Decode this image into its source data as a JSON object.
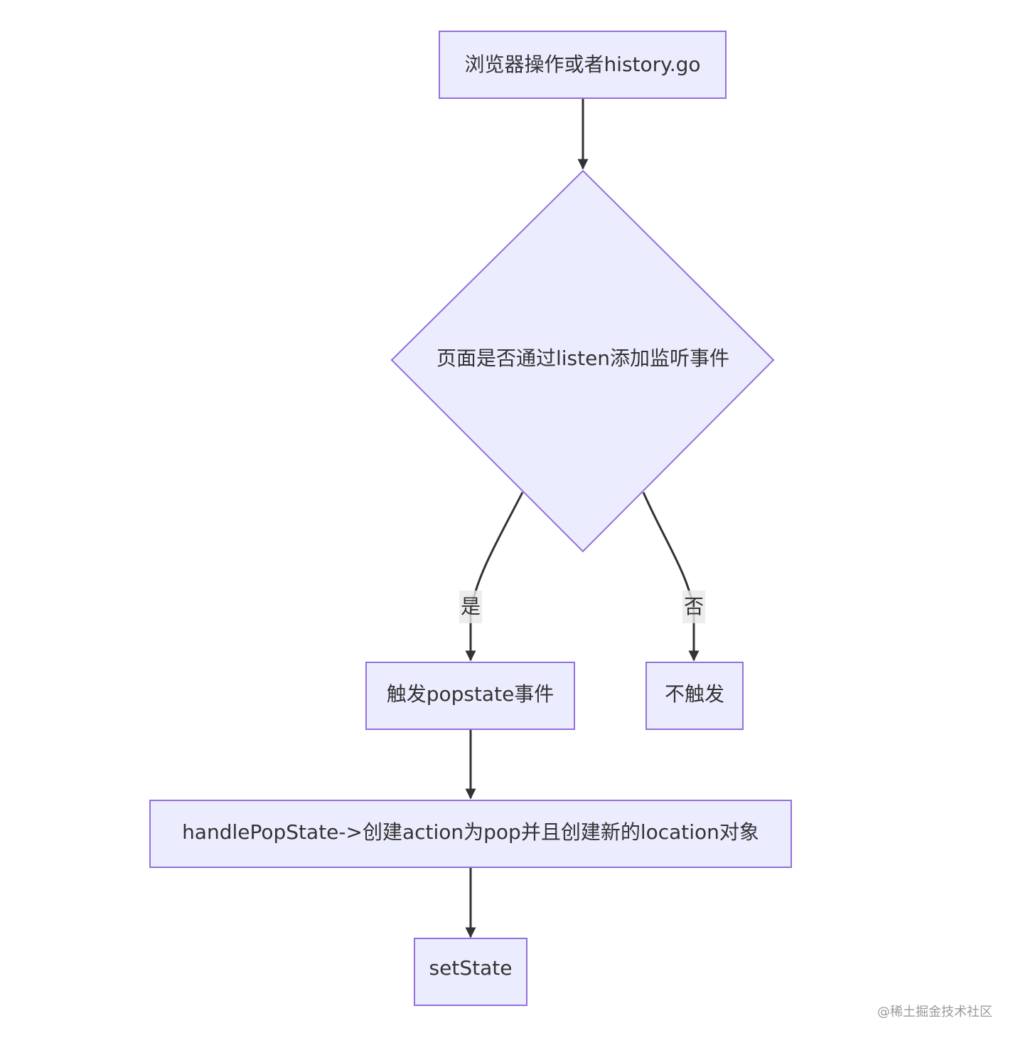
{
  "diagram": {
    "type": "flowchart",
    "colors": {
      "node_fill": "#ECECFF",
      "node_stroke": "#9370DB",
      "edge": "#333333",
      "text": "#333333"
    },
    "nodes": {
      "start": {
        "label": "浏览器操作或者history.go",
        "shape": "rect"
      },
      "decision": {
        "label": "页面是否通过listen添加监听事件",
        "shape": "diamond"
      },
      "trigger": {
        "label": "触发popstate事件",
        "shape": "rect"
      },
      "no_trigger": {
        "label": "不触发",
        "shape": "rect"
      },
      "handle": {
        "label": "handlePopState->创建action为pop并且创建新的location对象",
        "shape": "rect"
      },
      "set_state": {
        "label": "setState",
        "shape": "rect"
      }
    },
    "edges": [
      {
        "from": "start",
        "to": "decision",
        "label": ""
      },
      {
        "from": "decision",
        "to": "trigger",
        "label": "是"
      },
      {
        "from": "decision",
        "to": "no_trigger",
        "label": "否"
      },
      {
        "from": "trigger",
        "to": "handle",
        "label": ""
      },
      {
        "from": "handle",
        "to": "set_state",
        "label": ""
      }
    ]
  },
  "watermark": "@稀土掘金技术社区"
}
